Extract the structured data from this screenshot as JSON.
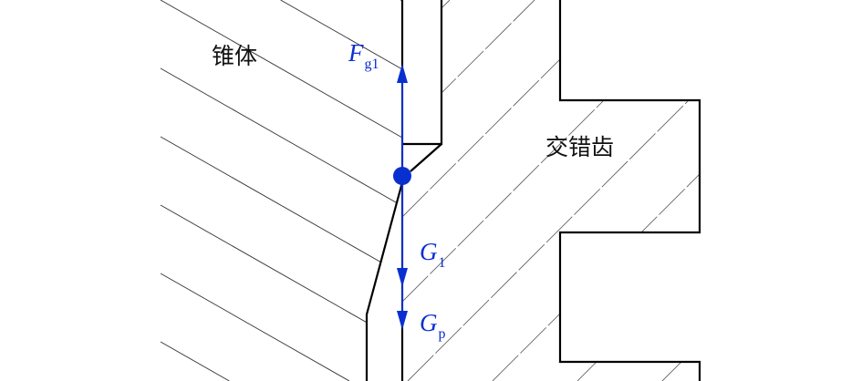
{
  "labels": {
    "cone": "锥体",
    "staggered_teeth": "交错齿"
  },
  "forces": [
    {
      "symbol": "F",
      "subscript": "g1",
      "direction": "up"
    },
    {
      "symbol": "G",
      "subscript": "1",
      "direction": "down"
    },
    {
      "symbol": "G",
      "subscript": "p",
      "direction": "down"
    }
  ],
  "colors": {
    "force": "#0a2fd0",
    "outline": "#000000",
    "hatch": "#333333",
    "hatch_right": "#666666"
  }
}
